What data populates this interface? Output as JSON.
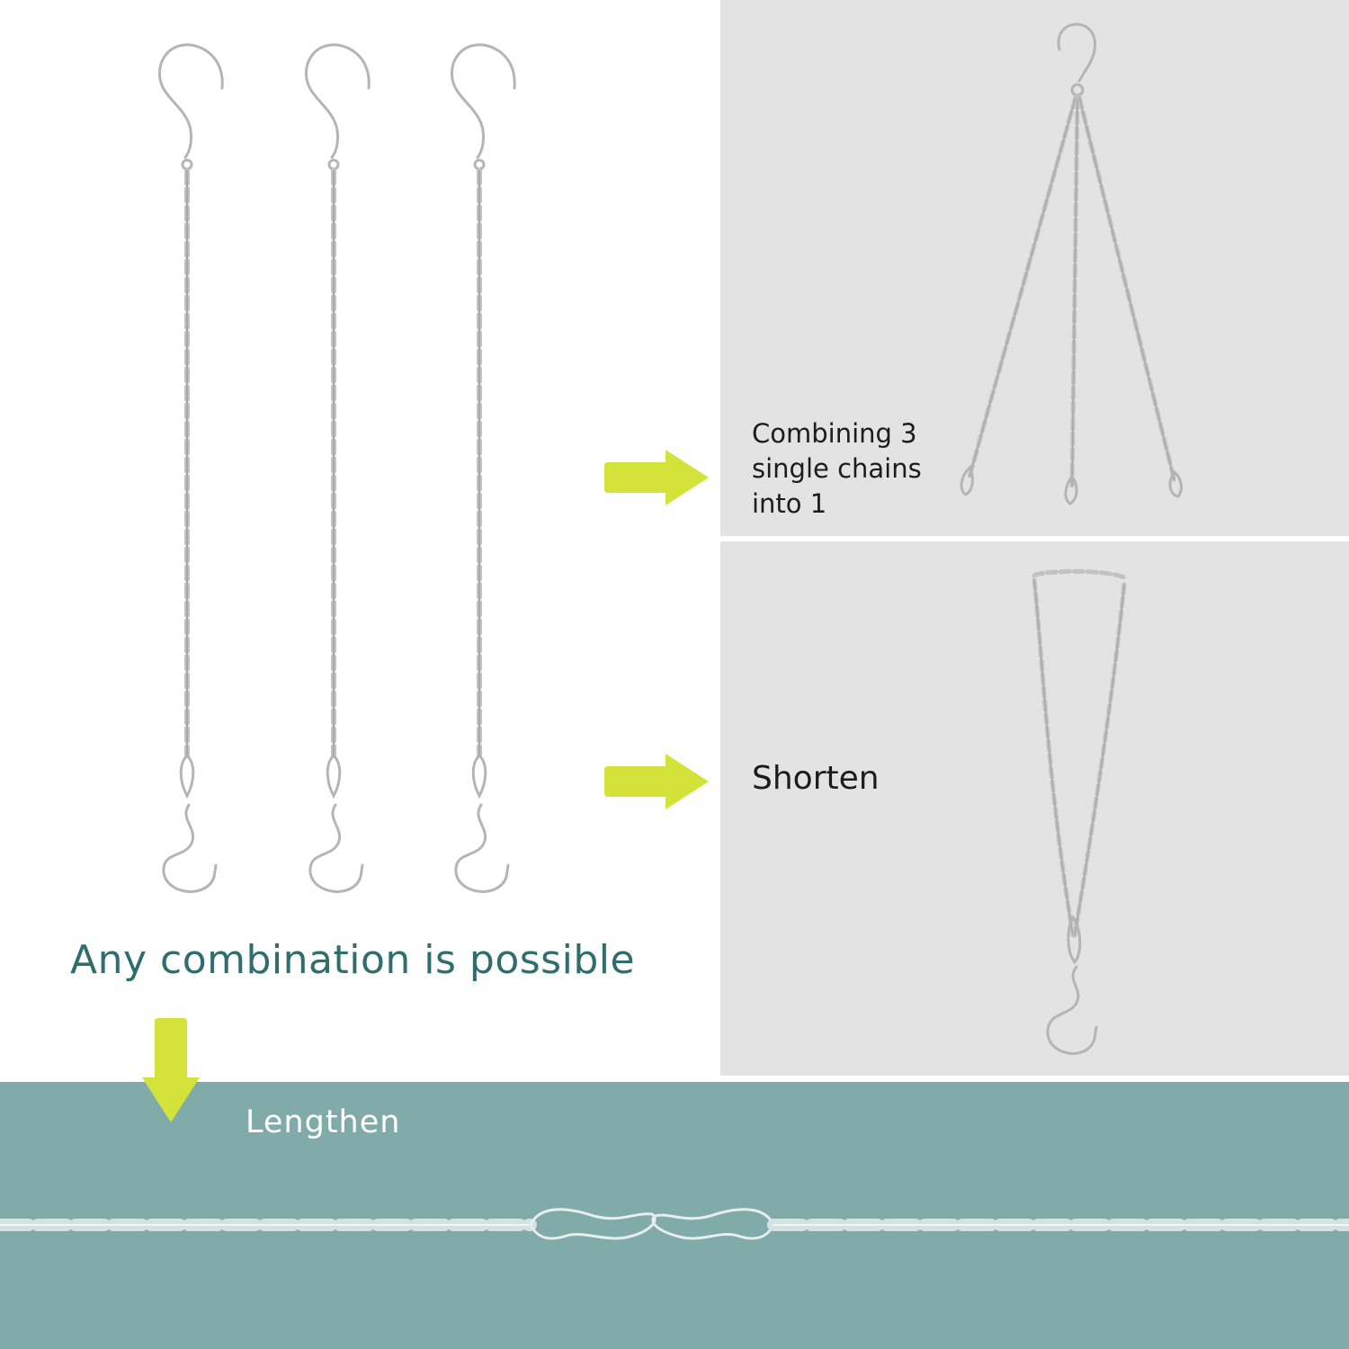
{
  "panels": {
    "combine": {
      "caption": "Combining 3\nsingle chains\ninto 1"
    },
    "shorten": {
      "caption": "Shorten"
    }
  },
  "headline": "Any combination is possible",
  "lengthen": {
    "label": "Lengthen"
  },
  "colors": {
    "panel_gray": "#e3e3e3",
    "band_teal": "#81aba9",
    "arrow_green": "#d3e33a",
    "headline_teal": "#2f6e6c",
    "chain_silver": "#b5b5b5"
  },
  "icons": [
    "arrow-right-icon",
    "arrow-down-icon",
    "s-hook-icon",
    "chain-icon",
    "snap-clip-icon"
  ]
}
